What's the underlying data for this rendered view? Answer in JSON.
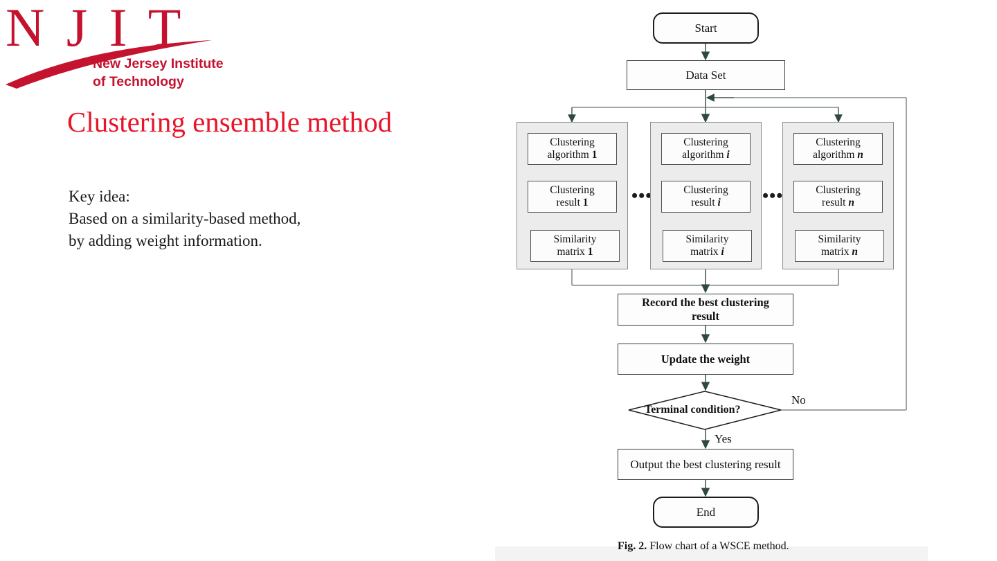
{
  "logo": {
    "letters": "NJIT",
    "line1": "New Jersey Institute",
    "line2": "of Technology",
    "color": "#c4122f"
  },
  "slide": {
    "title": "Clustering ensemble method",
    "title_color": "#e8152a",
    "body": [
      "Key idea:",
      "Based on a similarity-based method,",
      "by adding weight information."
    ]
  },
  "figure": {
    "caption_label": "Fig. 2.",
    "caption_text": "Flow chart of a WSCE method.",
    "nodes": {
      "start": "Start",
      "data_set": "Data Set",
      "record": "Record the best clustering result",
      "update": "Update the weight",
      "terminal": "Terminal condition?",
      "output": "Output the best clustering result",
      "end": "End"
    },
    "edge_labels": {
      "no": "No",
      "yes": "Yes"
    },
    "ellipsis": "•••",
    "columns": [
      {
        "index": "1",
        "algorithm_prefix": "Clustering",
        "algorithm_suffix": "algorithm",
        "result_prefix": "Clustering",
        "result_suffix": "result",
        "matrix_prefix": "Similarity",
        "matrix_suffix": "matrix",
        "italic": false
      },
      {
        "index": "i",
        "algorithm_prefix": "Clustering",
        "algorithm_suffix": "algorithm",
        "result_prefix": "Clustering",
        "result_suffix": "result",
        "matrix_prefix": "Similarity",
        "matrix_suffix": "matrix",
        "italic": true
      },
      {
        "index": "n",
        "algorithm_prefix": "Clustering",
        "algorithm_suffix": "algorithm",
        "result_prefix": "Clustering",
        "result_suffix": "result",
        "matrix_prefix": "Similarity",
        "matrix_suffix": "matrix",
        "italic": true
      }
    ]
  },
  "colors": {
    "arrow": "#2e4a3f",
    "line": "#555f5a",
    "panel_fill": "#ececec",
    "box_border": "#3a3a3a"
  }
}
